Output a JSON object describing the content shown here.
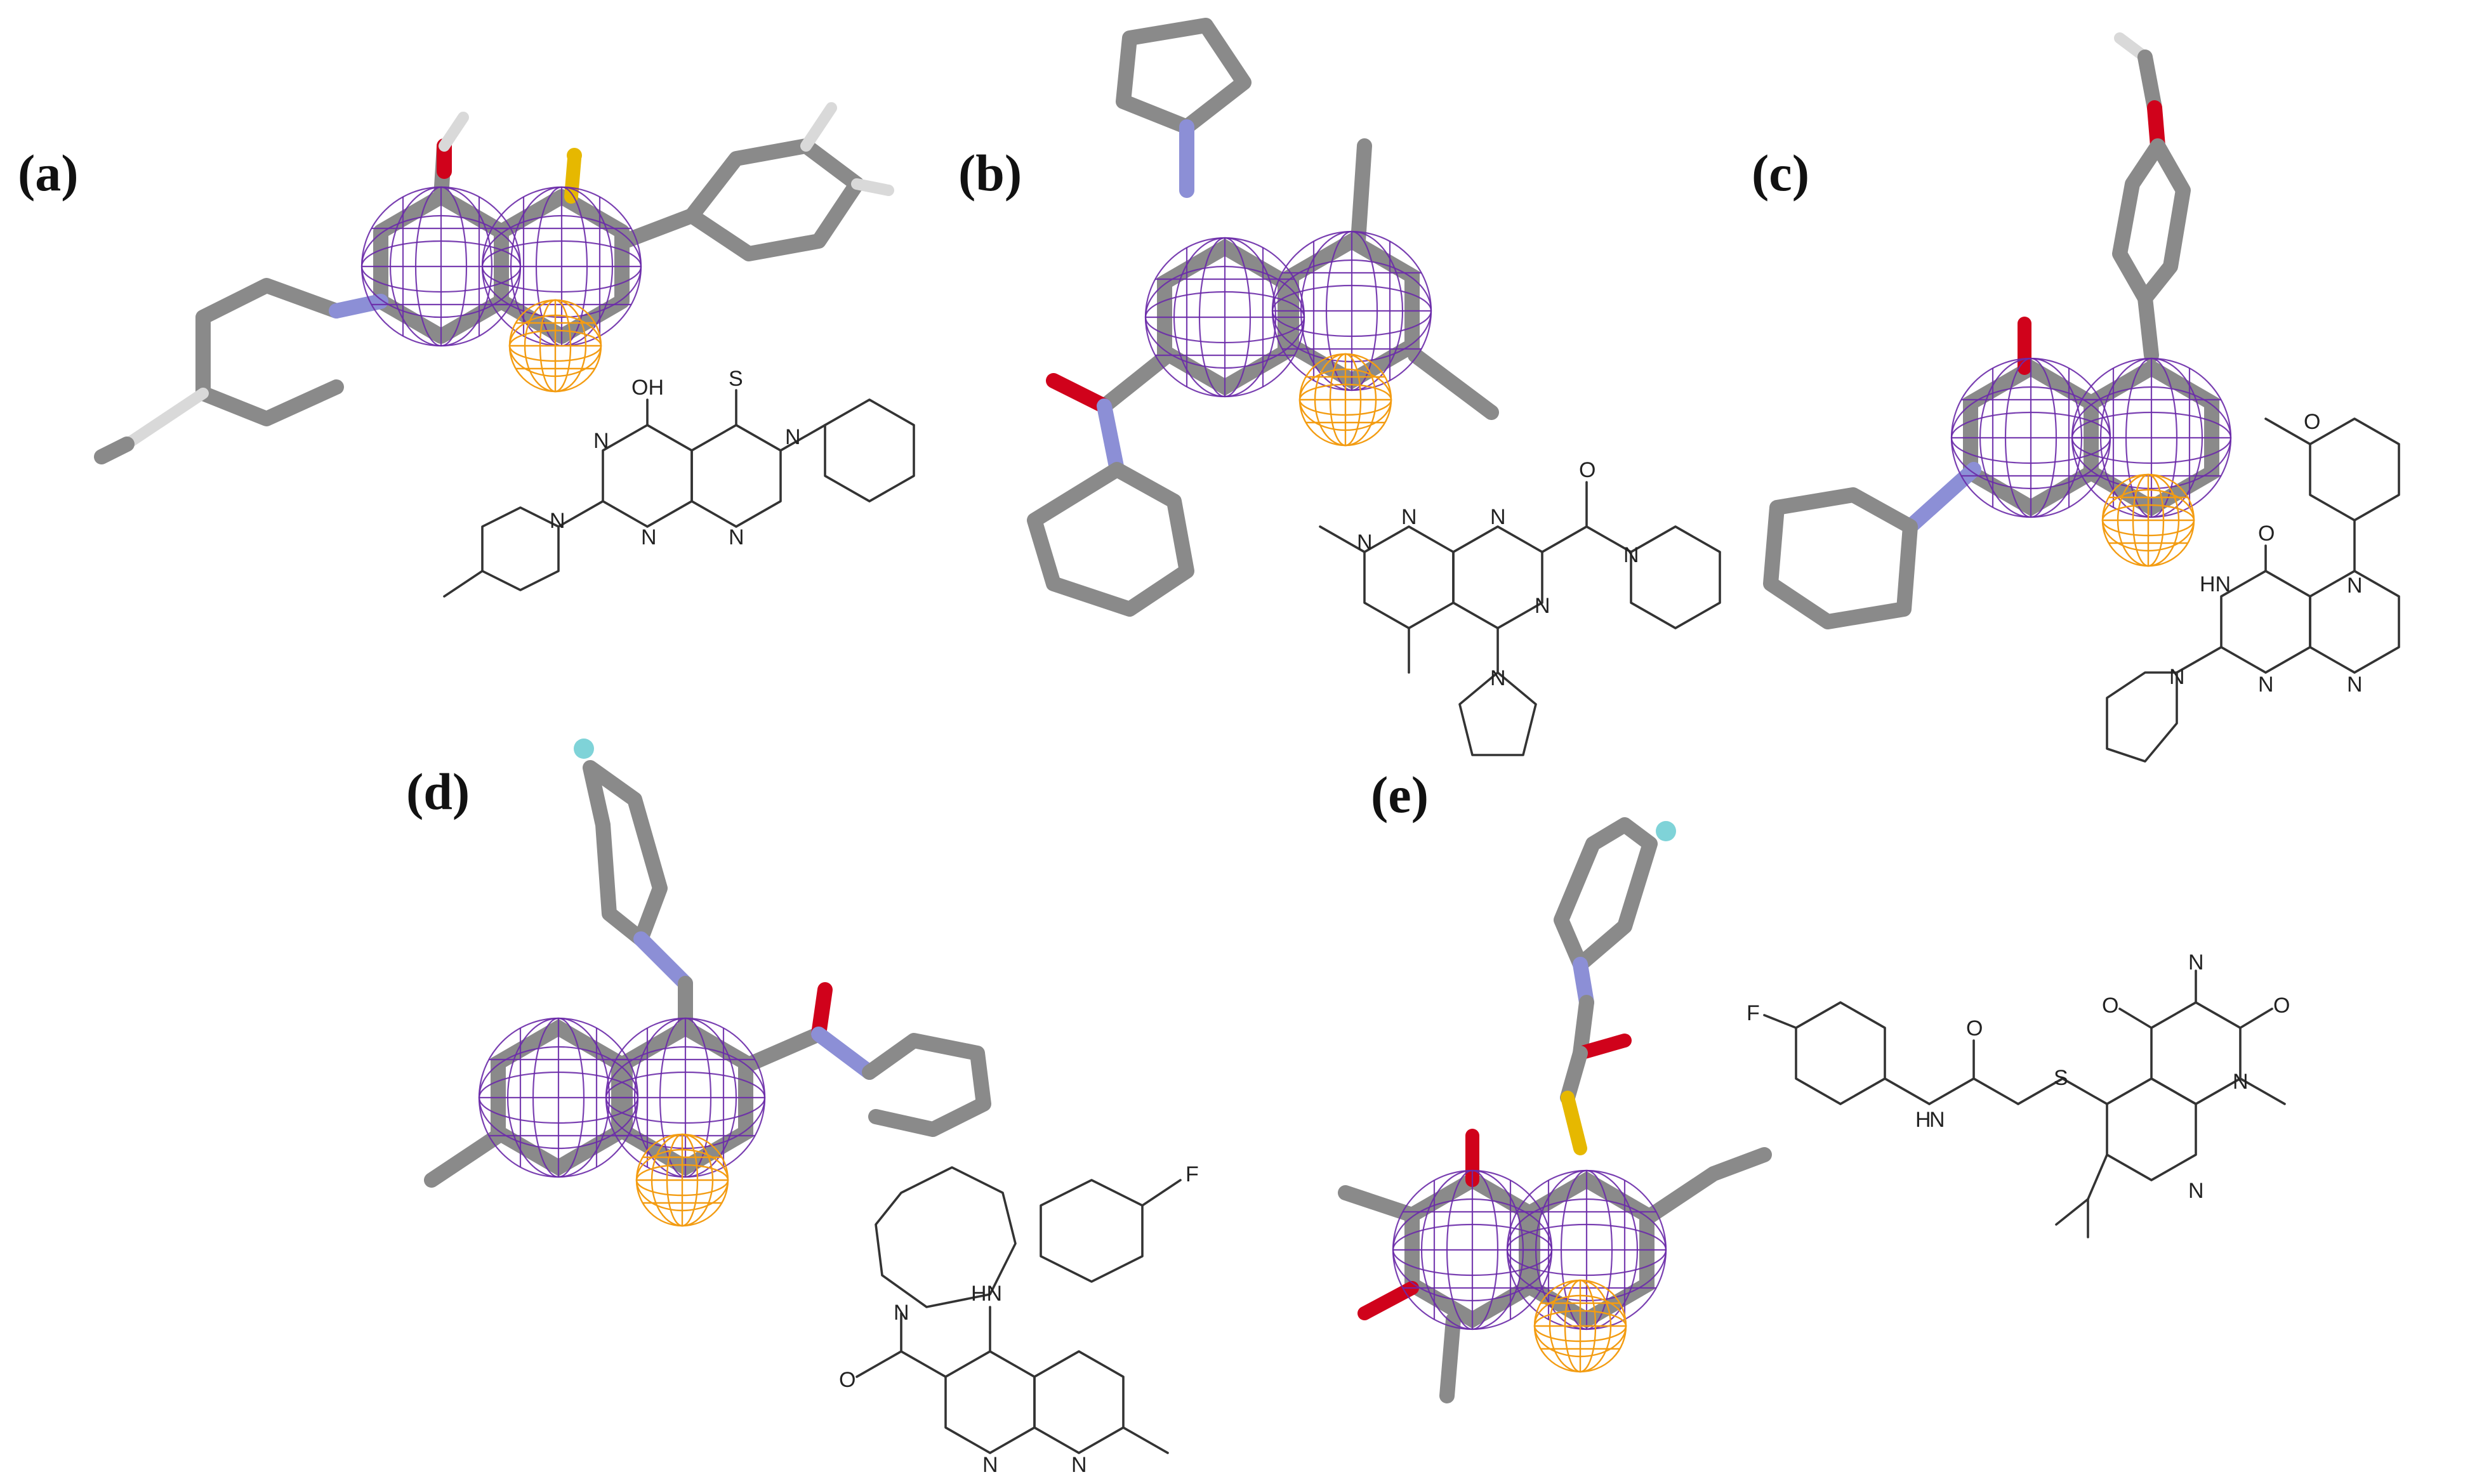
{
  "figure": {
    "panels": [
      {
        "id": "a",
        "label": "(a)",
        "structure_labels": [
          "OH",
          "S",
          "N",
          "N",
          "N",
          "N",
          "N"
        ]
      },
      {
        "id": "b",
        "label": "(b)",
        "structure_labels": [
          "O",
          "N",
          "N",
          "N",
          "N",
          "N",
          "N"
        ]
      },
      {
        "id": "c",
        "label": "(c)",
        "structure_labels": [
          "O",
          "O",
          "HN",
          "N",
          "N",
          "N",
          "N"
        ]
      },
      {
        "id": "d",
        "label": "(d)",
        "structure_labels": [
          "F",
          "HN",
          "N",
          "O",
          "N",
          "N"
        ]
      },
      {
        "id": "e",
        "label": "(e)",
        "structure_labels": [
          "F",
          "O",
          "H",
          "N",
          "S",
          "O",
          "N",
          "O",
          "N",
          "N"
        ]
      }
    ],
    "colors": {
      "carbon": "#8a8a8a",
      "nitrogen": "#8c8fd6",
      "oxygen": "#d0021b",
      "sulfur": "#e6b800",
      "fluorine": "#7fd3d8",
      "hydrogen": "#d9d9d9",
      "aromatic_feature_mesh": "#6a2aa8",
      "acceptor_feature_mesh": "#f39c12"
    }
  }
}
